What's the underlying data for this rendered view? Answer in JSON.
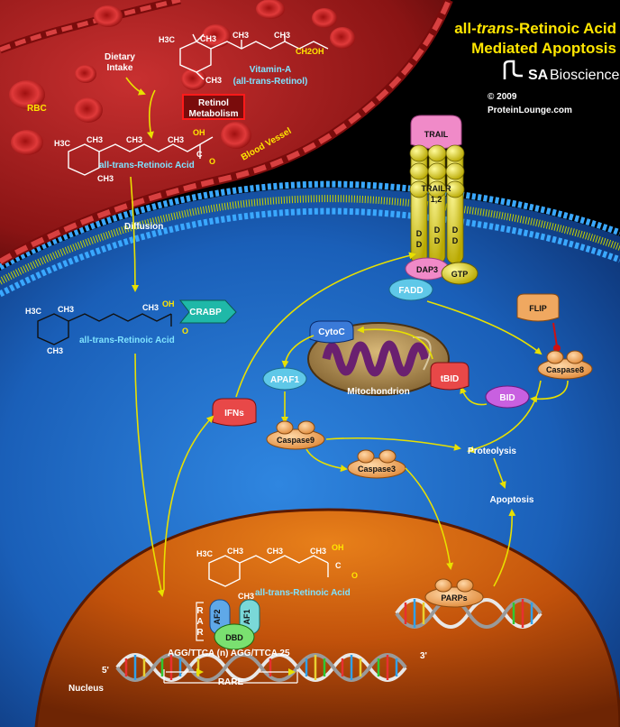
{
  "title": {
    "line1_pre": "all-",
    "line1_italic": "trans",
    "line1_post": "-Retinoic Acid",
    "line2": "Mediated Apoptosis"
  },
  "brand": {
    "name_sa": "SA",
    "name_rest": "Biosciences",
    "copyright": "© 2009",
    "site": "ProteinLounge.com"
  },
  "bloodstream": {
    "dietary_intake": [
      "Dietary",
      "Intake"
    ],
    "rbc": "RBC",
    "retinol_metabolism": [
      "Retinol",
      "Metabolism"
    ],
    "blood_vessel": "Blood Vessel",
    "vitamin_a": "Vitamin-A",
    "all_trans_retinol": "(all-trans-Retinol)",
    "diffusion": "Diffusion"
  },
  "molecule_labels": {
    "h3c": "H3C",
    "ch3": "CH3",
    "ch2oh": "CH2OH",
    "oh": "OH",
    "o": "O",
    "c": "C",
    "atra_1": "all-trans-Retinoic Acid",
    "atra_2": "all-trans-Retinoic Acid",
    "atra_3": "all-trans-Retinoic Acid"
  },
  "receptor": {
    "trail": "TRAIL",
    "trailr": "TRAILR",
    "trailr_sub": "1,2",
    "dd": "D",
    "dap3": "DAP3",
    "gtp": "GTP",
    "fadd": "FADD"
  },
  "cytoplasm": {
    "crabp": "CRABP",
    "flip": "FLIP",
    "cytoc": "CytoC",
    "mitochondrion": "Mitochondrion",
    "tbid": "tBID",
    "caspase8": "Caspase8",
    "bid": "BID",
    "apaf1": "APAF1",
    "ifns": "IFNs",
    "caspase9": "Caspase9",
    "caspase3": "Caspase3",
    "proteolysis": "Proteolysis",
    "apoptosis": "Apoptosis"
  },
  "nucleus": {
    "rar": [
      "R",
      "A",
      "R"
    ],
    "af2": "AF2",
    "af1": "AF1",
    "dbd": "DBD",
    "sequence": "AGG/TTCA (n) AGG/TTCA 25",
    "five_prime": "5'",
    "three_prime": "3'",
    "rare": "RARE",
    "nucleus_label": "Nucleus",
    "parps": "PARPs"
  },
  "colors": {
    "title": "#ffe600",
    "arrow": "#e8e000",
    "cytoplasm": "#1a5fb8",
    "nucleus": "#c2520b",
    "vessel": "#9b1616",
    "caspase": "#f0a860",
    "trail": "#f08ac8",
    "receptor": "#d8d000"
  }
}
